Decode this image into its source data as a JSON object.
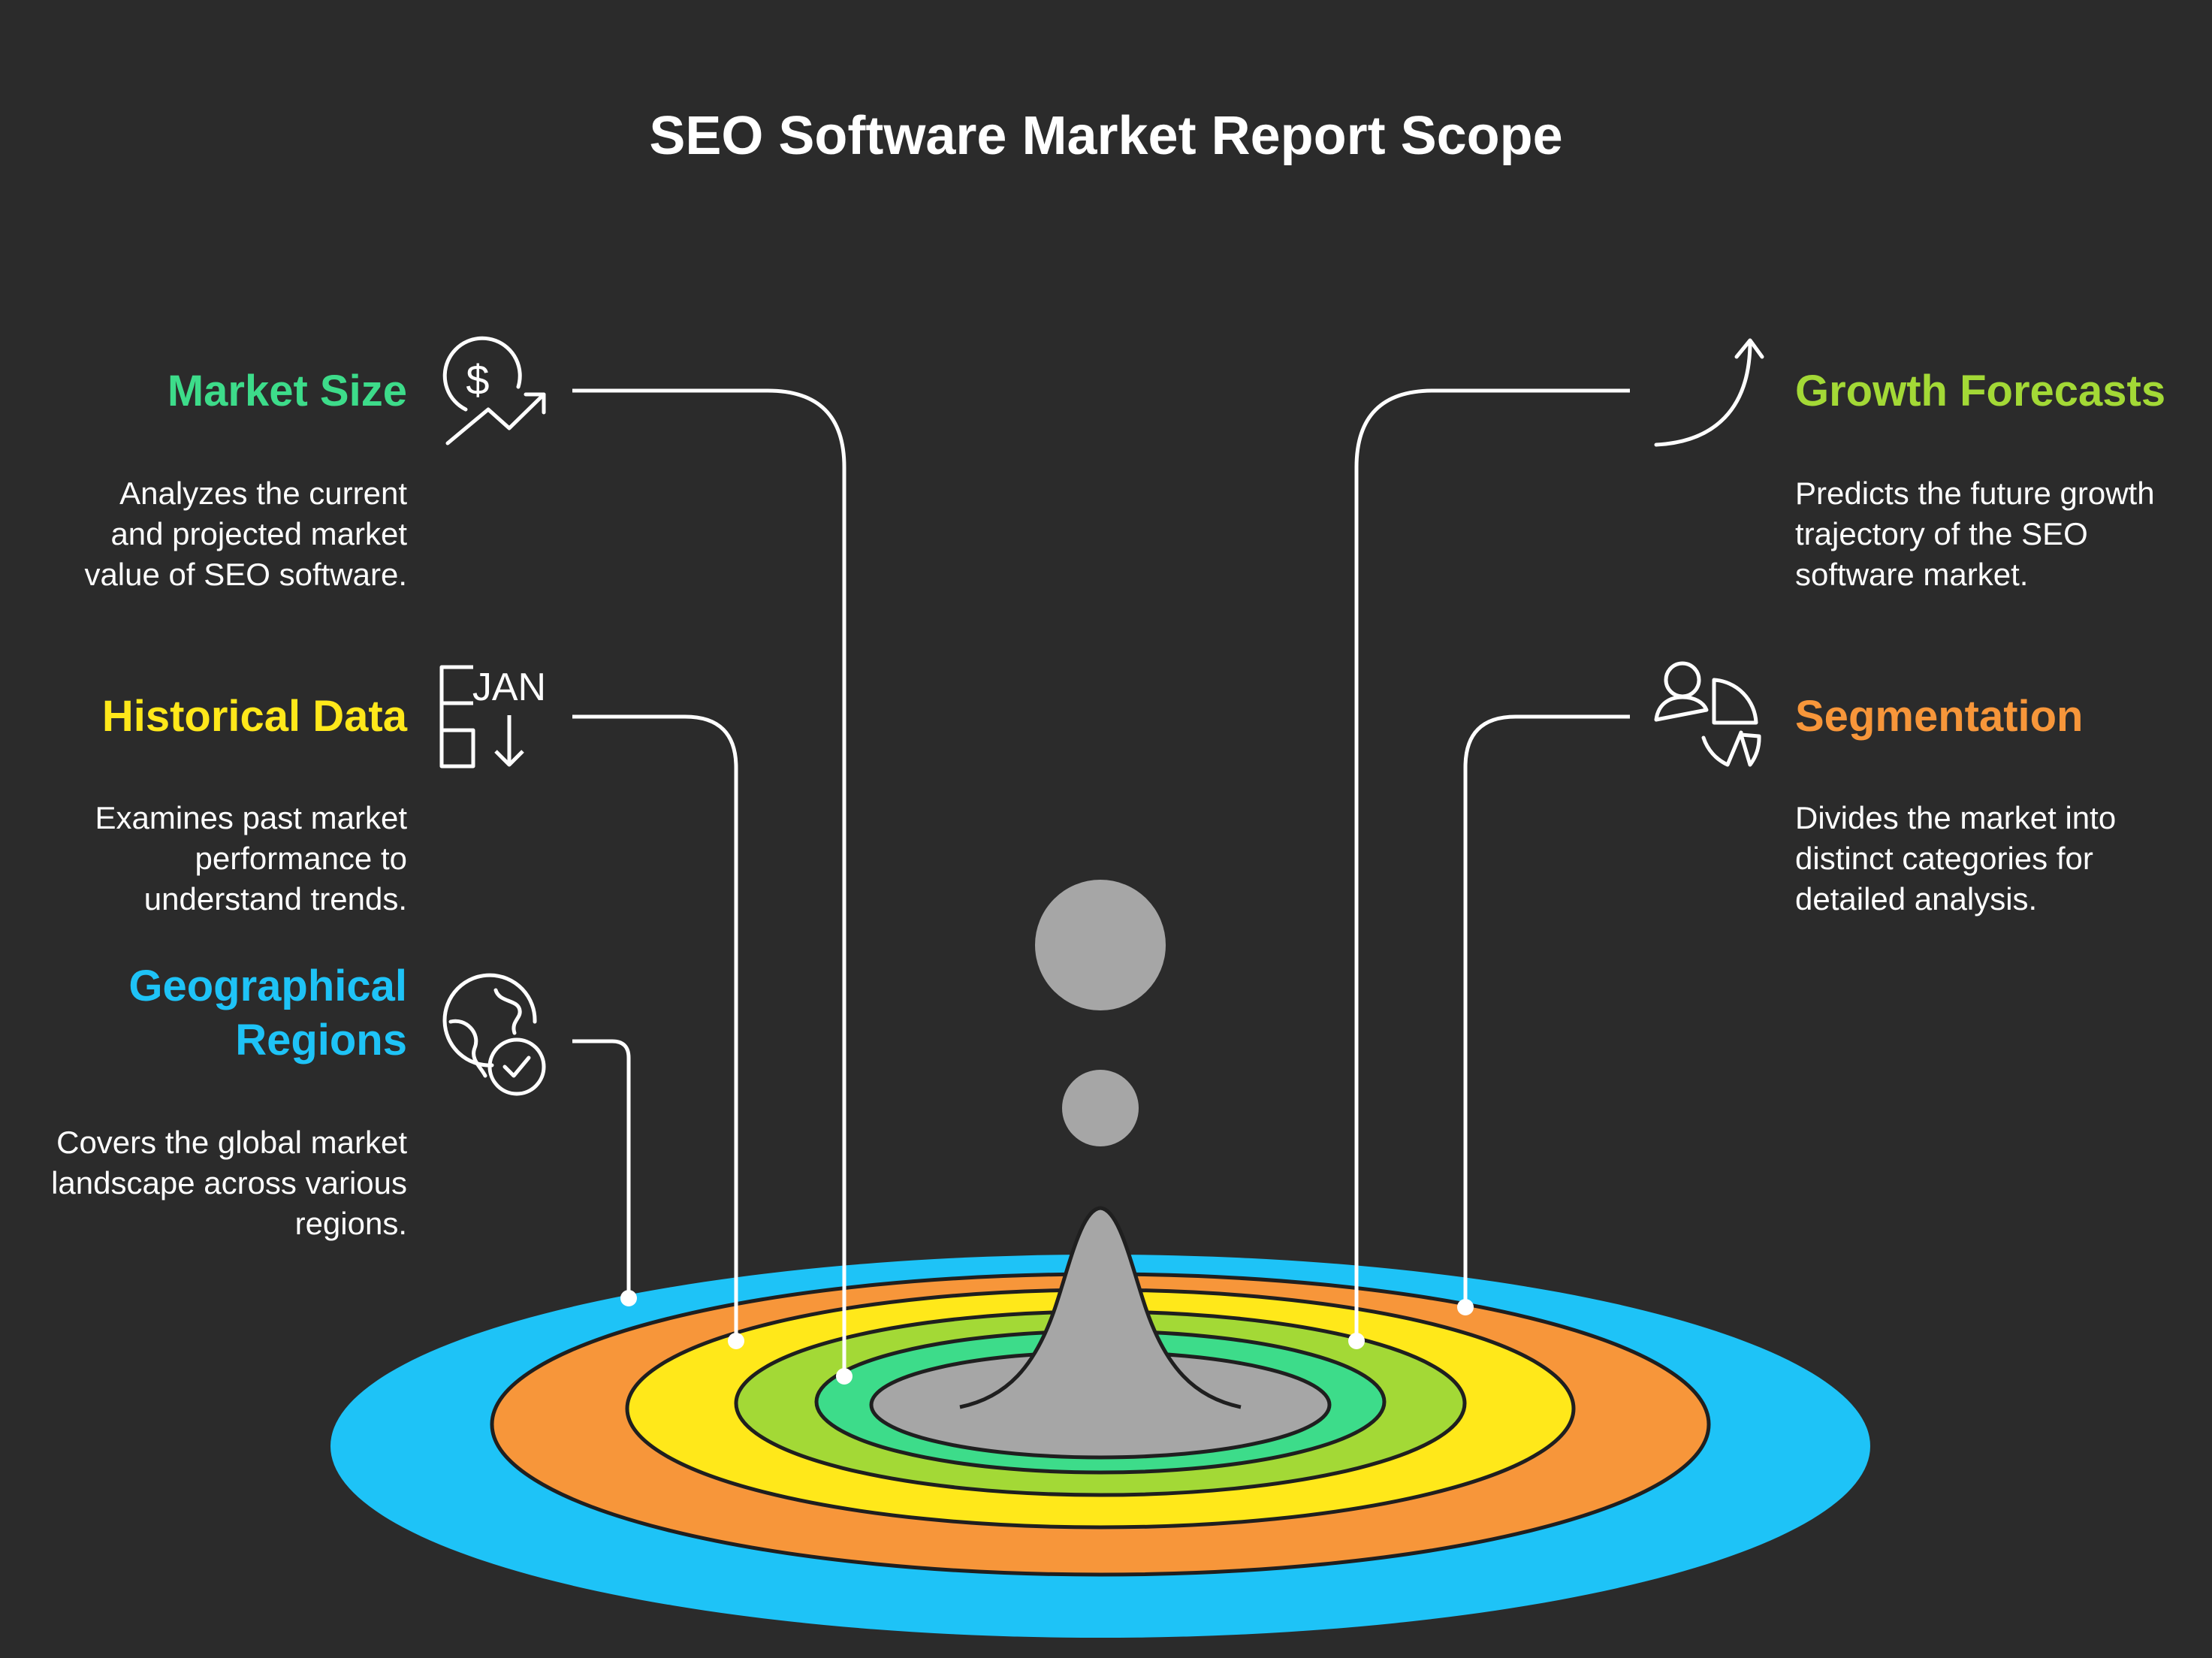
{
  "title": "SEO Software Market Report Scope",
  "items": {
    "market_size": {
      "heading": "Market Size",
      "description": "Analyzes the current and projected market value of SEO software.",
      "color": "#3ddc8a",
      "icon": "dollar-growth-icon"
    },
    "historical_data": {
      "heading": "Historical Data",
      "description": "Examines past market performance to understand trends.",
      "color": "#ffe81a",
      "icon": "calendar-jan-icon",
      "icon_text": "JAN"
    },
    "geographical_regions": {
      "heading_line1": "Geographical",
      "heading_line2": "Regions",
      "description": "Covers the global market landscape across various regions.",
      "color": "#1ec3f7",
      "icon": "globe-check-icon"
    },
    "growth_forecasts": {
      "heading": "Growth Forecasts",
      "description": "Predicts the future growth trajectory of the SEO software market.",
      "color": "#a3d936",
      "icon": "curved-arrow-up-icon"
    },
    "segmentation": {
      "heading": "Segmentation",
      "description": "Divides the market into distinct categories for detailed analysis.",
      "color": "#f7963a",
      "icon": "user-pie-icon"
    }
  },
  "rings": {
    "colors": [
      "#1ec3f7",
      "#f7963a",
      "#ffe81a",
      "#a3d936",
      "#3ddc8a",
      "#a6a6a6"
    ]
  },
  "colors": {
    "background": "#2b2b2b",
    "text": "#ffffff",
    "droplet": "#a6a6a6"
  }
}
